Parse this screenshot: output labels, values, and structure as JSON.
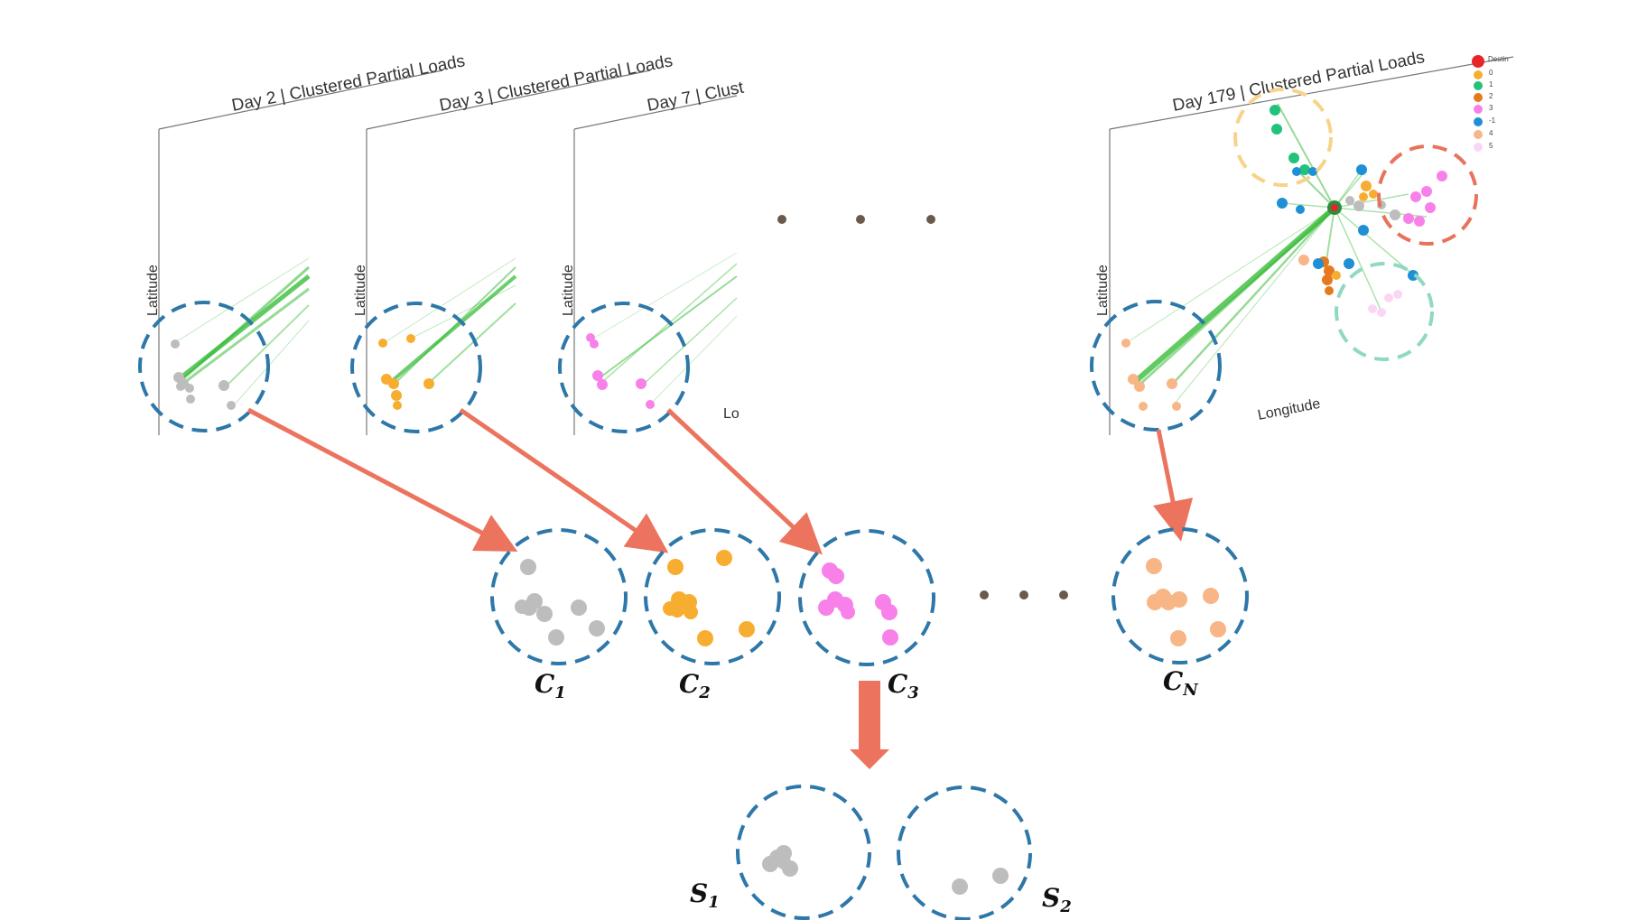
{
  "colors": {
    "ring": "#2e77a9",
    "arrow": "#ec735e",
    "ellipsis_dot": "#6b5a4a",
    "line_green": "#2db82d",
    "gray": "#bdbdbd",
    "orange": "#f7ad2f",
    "pink": "#f781e8",
    "peach": "#f8b585",
    "green_teal": "#21c27a",
    "blue": "#1f8fd6",
    "dark_orange": "#e6791e",
    "light_pink": "#fbd6f4",
    "red": "#e8242b",
    "dash_yellow": "#f7d38a",
    "dash_red": "#e8735d",
    "dash_teal": "#8fd9c2"
  },
  "panels": [
    {
      "id": "day2",
      "title": "Day 2 | Clustered Partial Loads",
      "ylabel": "Latitude",
      "point_color": "gray"
    },
    {
      "id": "day3",
      "title": "Day 3 | Clustered Partial Loads",
      "ylabel": "Latitude",
      "point_color": "orange"
    },
    {
      "id": "day7",
      "title": "Day 7 | Clust",
      "ylabel": "Latitude",
      "xlabel_fragment": "Lo",
      "point_color": "pink"
    },
    {
      "id": "day179",
      "title": "Day 179 | Clustered Partial Loads",
      "ylabel": "Latitude",
      "xlabel": "Longitude",
      "point_color": "peach"
    }
  ],
  "legend": {
    "entries": [
      {
        "label": "Destin",
        "color": "red"
      },
      {
        "label": "0",
        "color": "orange"
      },
      {
        "label": "1",
        "color": "green_teal"
      },
      {
        "label": "2",
        "color": "dark_orange"
      },
      {
        "label": "3",
        "color": "pink"
      },
      {
        "label": "-1",
        "color": "blue"
      },
      {
        "label": "4",
        "color": "peach"
      },
      {
        "label": "5",
        "color": "light_pink"
      }
    ]
  },
  "clusters": [
    {
      "id": "c1",
      "letter": "C",
      "sub": "1",
      "color": "gray"
    },
    {
      "id": "c2",
      "letter": "C",
      "sub": "2",
      "color": "orange"
    },
    {
      "id": "c3",
      "letter": "C",
      "sub": "3",
      "color": "pink"
    },
    {
      "id": "cn",
      "letter": "C",
      "sub": "N",
      "color": "peach"
    }
  ],
  "subclusters": [
    {
      "id": "s1",
      "letter": "S",
      "sub": "1",
      "color": "gray"
    },
    {
      "id": "s2",
      "letter": "S",
      "sub": "2",
      "color": "gray"
    }
  ]
}
